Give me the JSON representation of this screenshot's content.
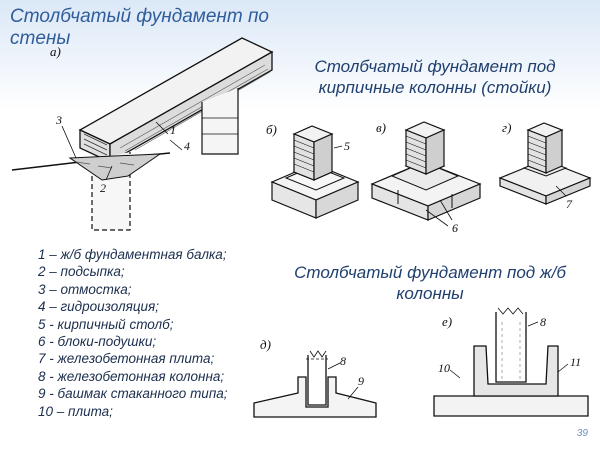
{
  "slide": {
    "title": "Столбчатый фундамент по стены",
    "subtitle_bricks": "Столбчатый фундамент под кирпичные колонны (стойки)",
    "subtitle_concrete": "Столбчатый фундамент под ж/б колонны",
    "page_number": "39"
  },
  "figures": {
    "a": {
      "letter": "а)",
      "labels": [
        "3",
        "1",
        "4",
        "2"
      ]
    },
    "b": {
      "letter": "б)",
      "labels": [
        "5"
      ]
    },
    "v": {
      "letter": "в)",
      "labels": [
        "6"
      ]
    },
    "g": {
      "letter": "г)",
      "labels": [
        "7"
      ]
    },
    "d": {
      "letter": "д)",
      "labels": [
        "8",
        "9"
      ]
    },
    "e": {
      "letter": "е)",
      "labels": [
        "8",
        "10",
        "11"
      ]
    }
  },
  "legend": [
    "1 – ж/б фундаментная балка;",
    "2 – подсыпка;",
    "3 – отмостка;",
    "4 – гидроизоляция;",
    "5 - кирпичный столб;",
    "6 - блоки-подушки;",
    "7 - железобетонная плита;",
    "8 - железобетонная колонна;",
    "9 - башмак стаканного типа;",
    "10 – плита;"
  ],
  "colors": {
    "title": "#2f5d9b",
    "subtitle": "#1f3f6e",
    "text": "#1b2e4d",
    "background_wash": "#dbe8f7",
    "page_number": "#6f8fb8"
  }
}
